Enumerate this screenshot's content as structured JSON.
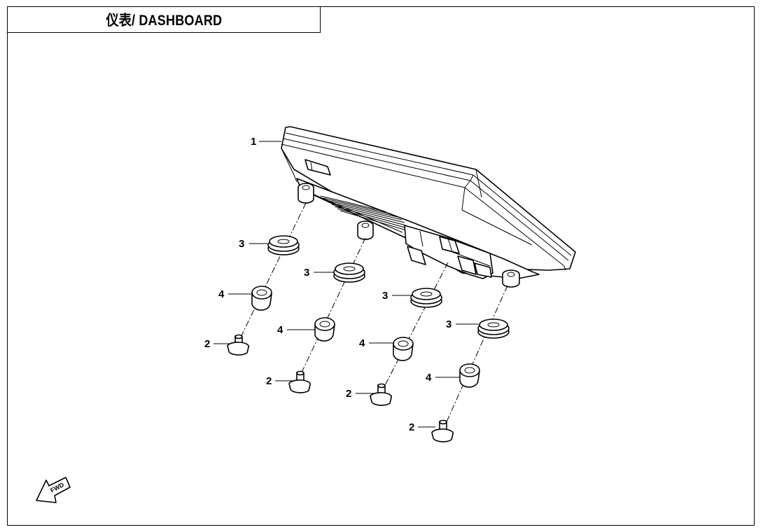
{
  "title": "仪表/ DASHBOARD",
  "callouts": {
    "c1": "1",
    "c3a": "3",
    "c3b": "3",
    "c3c": "3",
    "c3d": "3",
    "c4a": "4",
    "c4b": "4",
    "c4c": "4",
    "c4d": "4",
    "c2a": "2",
    "c2b": "2",
    "c2c": "2",
    "c2d": "2"
  },
  "fwd_symbol": {
    "label": "FWD",
    "icon": "forward-arrow-icon"
  },
  "colors": {
    "line": "#000000",
    "background": "#ffffff"
  }
}
